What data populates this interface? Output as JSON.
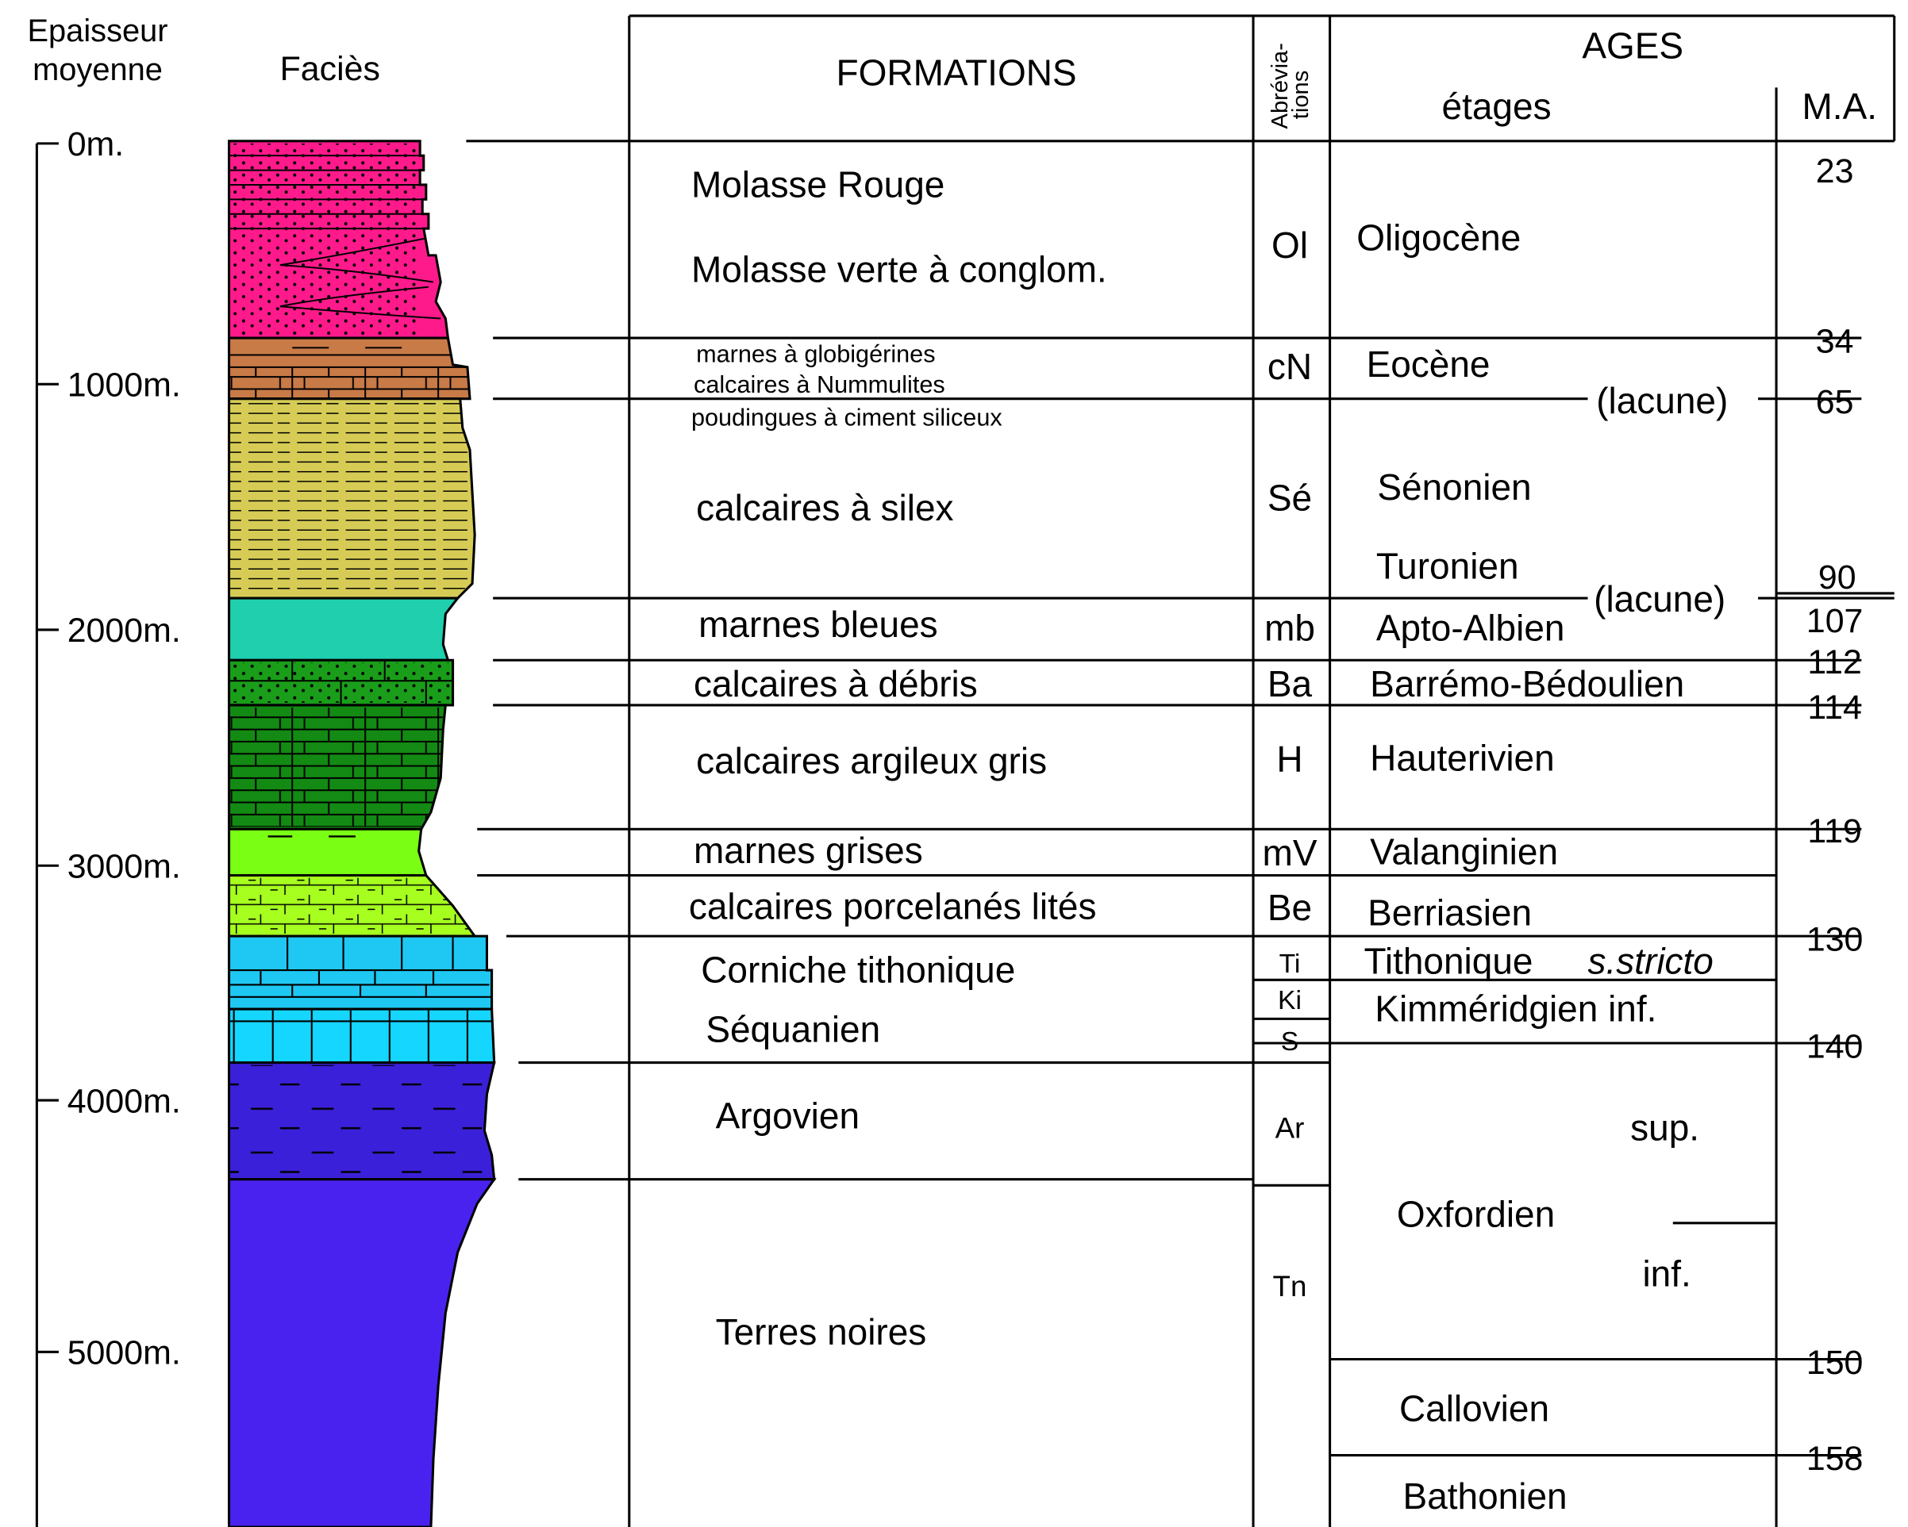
{
  "header": {
    "thickness_line1": "Epaisseur",
    "thickness_line2": "moyenne",
    "facies": "Faciès",
    "formations": "FORMATIONS",
    "abbrev_line1": "Abrévia-",
    "abbrev_line2": "tions",
    "ages": "AGES",
    "stages": "étages",
    "ma": "M.A."
  },
  "depth_scale": {
    "label_0": "0m.",
    "label_1000": "1000m.",
    "label_2000": "2000m.",
    "label_3000": "3000m.",
    "label_4000": "4000m.",
    "label_5000": "5000m."
  },
  "formations": {
    "molasse_rouge": "Molasse Rouge",
    "molasse_verte": "Molasse verte à conglom.",
    "marnes_globigerines": "marnes à globigérines",
    "calcaires_nummulites": "calcaires à Nummulites",
    "poudingues": "poudingues à ciment siliceux",
    "calcaires_silex": "calcaires à silex",
    "marnes_bleues": "marnes bleues",
    "calcaires_debris": "calcaires à débris",
    "calcaires_argileux": "calcaires argileux gris",
    "marnes_grises": "marnes grises",
    "calcaires_porcelanes": "calcaires porcelanés lités",
    "corniche": "Corniche tithonique",
    "sequanien": "Séquanien",
    "argovien": "Argovien",
    "terres_noires": "Terres noires"
  },
  "abbreviations": {
    "ol": "Ol",
    "cn": "cN",
    "se": "Sé",
    "mb": "mb",
    "ba": "Ba",
    "h": "H",
    "mv": "mV",
    "be": "Be",
    "ti": "Ti",
    "ki": "Ki",
    "s": "S",
    "ar": "Ar",
    "tn": "Tn"
  },
  "stages": {
    "oligocene": "Oligocène",
    "eocene": "Eocène",
    "lacune_1": "(lacune)",
    "senonien": "Sénonien",
    "turonien": "Turonien",
    "lacune_2": "(lacune)",
    "apto_albien": "Apto-Albien",
    "barremo": "Barrémo-Bédoulien",
    "hauterivien": "Hauterivien",
    "valanginien": "Valanginien",
    "berriasien": "Berriasien",
    "tithonique": "Tithonique",
    "tithonique_note": "s.stricto",
    "kimmeridgien": "Kimméridgien inf.",
    "oxfordien": "Oxfordien",
    "oxf_sup": "sup.",
    "oxf_inf": "inf.",
    "callovien": "Callovien",
    "bathonien": "Bathonien"
  },
  "ma_values": {
    "m23": "23",
    "m34": "34",
    "m65": "65",
    "m90": "90",
    "m107": "107",
    "m112": "112",
    "m114": "114",
    "m119": "119",
    "m130": "130",
    "m140": "140",
    "m150": "150",
    "m158": "158"
  },
  "colors": {
    "molasse": "#ff1a8c",
    "eocene_marl": "#c87a47",
    "silex_limestone": "#d6cc55",
    "blue_marl": "#1fcfae",
    "debris_limestone": "#1a9e1a",
    "argillaceous_limestone": "#138a13",
    "grey_marl": "#7aff14",
    "porcelain_limestone": "#a6ff1f",
    "tithonic_cliff": "#1ec8f2",
    "sequanian": "#14d6ff",
    "argovian": "#3b20d9",
    "black_earths": "#4a22f0"
  }
}
